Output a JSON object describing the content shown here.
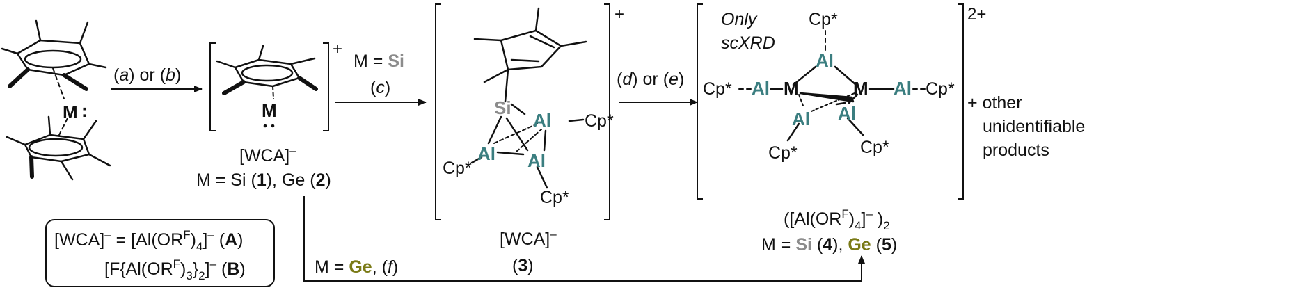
{
  "colors": {
    "al": "#3b7e80",
    "si": "#8c8c8c",
    "ge": "#7a7a16",
    "ink": "#111111"
  },
  "metal_label": "M",
  "lone_pair": ":",
  "step1": {
    "a": "a",
    "b": "b",
    "or": "or",
    "lparen": "(",
    "rparen": ")"
  },
  "cation_charge": "+",
  "wca": {
    "label": "[WCA]",
    "charge": "–"
  },
  "cpd12": {
    "prefix": "M = Si (",
    "n1": "1",
    "mid": "), Ge (",
    "n2": "2",
    "end": ")"
  },
  "legend": {
    "line1_pre": "[WCA]",
    "line1_eq": " = [Al(OR",
    "sup_f": "F",
    "line1_sub": "4",
    "line1_post": "]",
    "line1_tag": "A",
    "line2_pre": "[F{Al(OR",
    "line2_sub": "3",
    "line2_mid": "}",
    "line2_sub2": "2",
    "line2_post": "]",
    "line2_tag": "B"
  },
  "step2": {
    "m_eq": "M = ",
    "si": "Si",
    "c": "c"
  },
  "cpd3": {
    "wca": "[WCA]",
    "num": "3",
    "si": "Si",
    "al": "Al",
    "cp": "Cp*"
  },
  "step3": {
    "d": "d",
    "e": "e",
    "or": "or"
  },
  "cpd45": {
    "only": "Only",
    "scxrd": "scXRD",
    "charge": "2+",
    "cp": "Cp*",
    "al": "Al",
    "m": "M",
    "anion_pre": "([Al(OR",
    "anion_sub4": "4",
    "anion_post": ")",
    "anion_sub2": "2",
    "label_pre": "M = ",
    "si": "Si",
    "n4": "4",
    "ge": "Ge",
    "n5": "5"
  },
  "other_products": [
    "+ other",
    "unidentifiable",
    "products"
  ],
  "ge_route": {
    "m_eq": "M = ",
    "ge": "Ge",
    "f": "f"
  }
}
